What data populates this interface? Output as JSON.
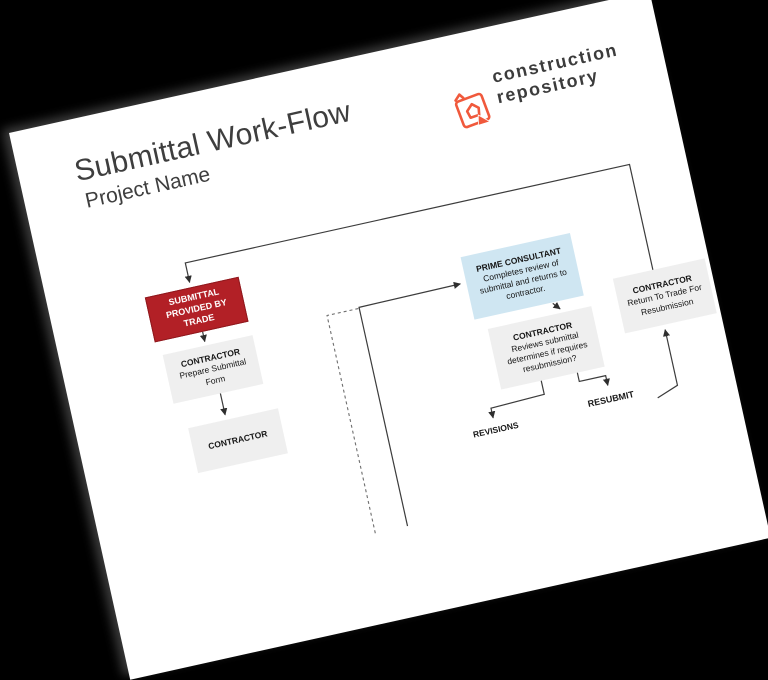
{
  "background_color": "#000000",
  "document": {
    "title": "Submittal Work-Flow",
    "subtitle": "Project Name"
  },
  "logo": {
    "line1": "construction",
    "line2": "repository",
    "icon": "house-pencil-icon",
    "icon_color": "#F0593C",
    "text_color": "#3C3C3C"
  },
  "flowchart": {
    "nodes": [
      {
        "id": "submittal-provided-by-trade",
        "header": "SUBMITTAL PROVIDED BY TRADE",
        "body": "",
        "fill": "#B22026"
      },
      {
        "id": "contractor-prepare",
        "header": "CONTRACTOR",
        "body": "Prepare Submittal Form",
        "fill": "#EFEFEF"
      },
      {
        "id": "prime-consultant-review",
        "header": "PRIME CONSULTANT",
        "body": "Completes review of submittal and returns to contractor.",
        "fill": "#CFE6F2"
      },
      {
        "id": "contractor-reviews",
        "header": "CONTRACTOR",
        "body": "Reviews submittal determines if requires resubmission?",
        "fill": "#EFEFEF"
      },
      {
        "id": "contractor-return",
        "header": "CONTRACTOR",
        "body": "Return To Trade For Resubmission",
        "fill": "#EFEFEF"
      },
      {
        "id": "contractor-cutoff",
        "header": "CONTRACTOR",
        "body": "",
        "fill": "#EFEFEF"
      }
    ],
    "labels": [
      {
        "id": "resubmit",
        "text": "RESUBMIT"
      },
      {
        "id": "revisions",
        "text": "REVISIONS"
      }
    ]
  }
}
